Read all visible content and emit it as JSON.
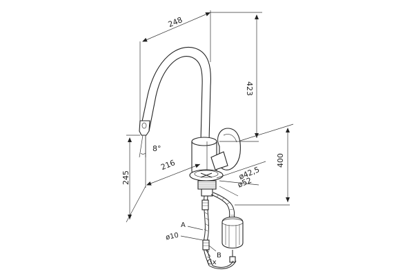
{
  "dimensions": {
    "spout_reach": "248",
    "total_height": "423",
    "spout_height": "245",
    "mount_height": "400",
    "spout_offset": "216",
    "angle": "8°",
    "hole_diameter": "ø42,5",
    "base_diameter": "ø52",
    "hose_diameter": "ø10"
  },
  "labels": {
    "point_a": "A",
    "point_b": "B",
    "thread": "Gx"
  },
  "icons": [
    "faucet-drawing",
    "dimension-arrow"
  ]
}
